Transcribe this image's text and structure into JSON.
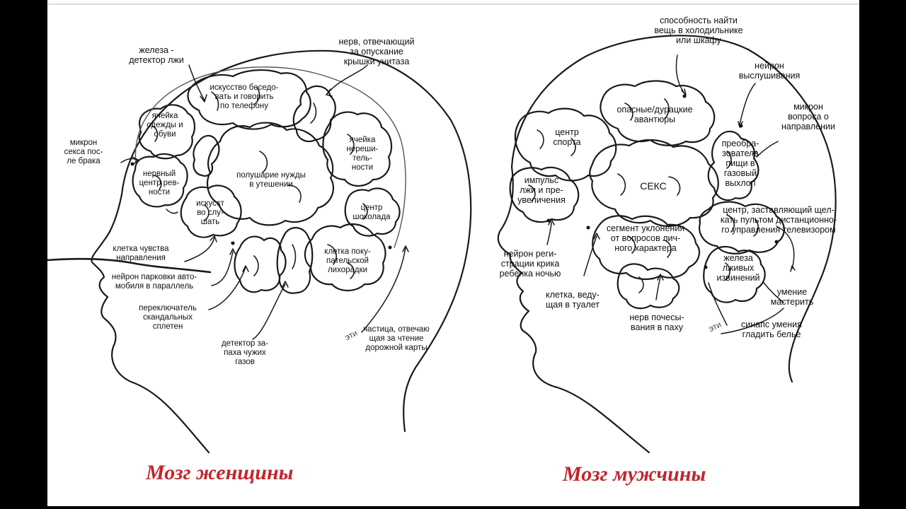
{
  "colors": {
    "ink": "#111111",
    "caption": "#c0262d",
    "background": "#ffffff",
    "frame": "#000000"
  },
  "woman": {
    "caption": "Мозг женщины",
    "mark": "ЭТИ",
    "labels": {
      "lie_gland": "железа -\nдетектор лжи",
      "toilet_nerve": "нерв, отвечающий\nза опускание\nкрышки унитаза",
      "talk_art": "искусство беседо-\nвать и говорить\nпо телефону",
      "clothes_cell": "ячейка\nодежды и\nобуви",
      "sex_micron": "микрон\nсекса пос-\nле брака",
      "jealousy_center": "нервный\nцентр рев-\nности",
      "listening_art": "искусст\nво слу-\nшать",
      "consolation": "полушарие нужды\nв утешении",
      "indecision_cell": "ячейка\nнереши-\nтель-\nности",
      "chocolate_center": "центр\nшоколада",
      "shopping_fever": "клетка поку-\nпательской\nлихорадки",
      "direction_cell": "клетка чувства\nнаправления",
      "parking_neuron": "нейрон парковки авто-\nмобиля в параллель",
      "gossip_switch": "переключатель\nскандальных\nсплетен",
      "gas_detector": "детектор за-\nпаха чужих\nгазов",
      "map_particle": "частица, отвечаю\nщая за чтение\nдорожной карты"
    }
  },
  "man": {
    "caption": "Мозг мужчины",
    "mark": "ЭТИ",
    "labels": {
      "fridge_ability": "способность найти\nвещь в холодильнике\nили шкафу",
      "listening_neuron": "нейрон\nвыслушивания",
      "direction_micron": "микрон\nвопроса о\nнаправлении",
      "dangerous_adventures": "опасные/дурацкие\nавантюры",
      "sports_center": "центр\nспорта",
      "food_converter": "преобра-\nзователь\nпищи в\nгазовый\nвыхлоп",
      "lying_impulse": "импульс\nлжи и пре-\nувеличения",
      "sex": "СЕКС",
      "remote_center": "центр, заставляющий щел-\nкать пультом дистанционно-\nго управления телевизором",
      "evasion_segment": "сегмент уклонения\nот вопросов лич-\nного характера",
      "lying_gland": "железа\nлживых\nизвинений",
      "baby_neuron": "нейрон реги-\nстрации крика\nребенка ночью",
      "toilet_cell": "клетка, веду-\nщая в туалет",
      "groin_nerve": "нерв почесы-\nвания в паху",
      "craft_ability": "умение\nмастерить",
      "ironing_synapse": "синапс умения\nгладить белье"
    }
  }
}
